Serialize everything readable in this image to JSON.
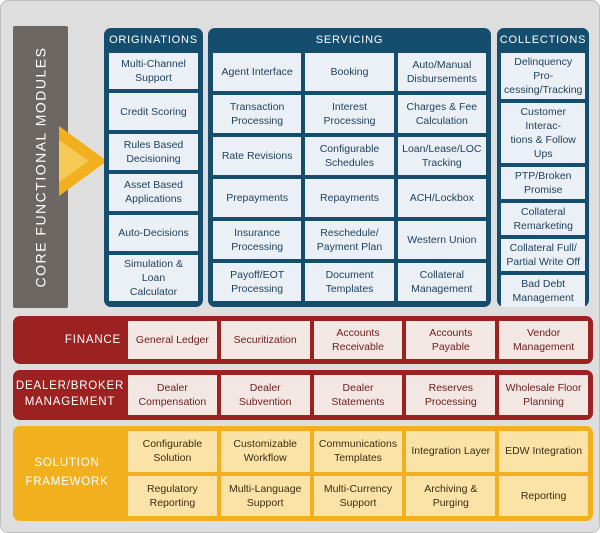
{
  "core": {
    "label": "CORE FUNCTIONAL MODULES"
  },
  "colors": {
    "blue": "#154d6e",
    "red": "#9c2222",
    "yellow": "#f2b01f",
    "gray": "#6c6763"
  },
  "originations": {
    "title": "ORIGINATIONS",
    "items": [
      "Multi-Channel\nSupport",
      "Credit Scoring",
      "Rules Based\nDecisioning",
      "Asset Based\nApplications",
      "Auto-Decisions",
      "Simulation & Loan\nCalculator"
    ]
  },
  "servicing": {
    "title": "SERVICING",
    "items": [
      "Agent Interface",
      "Booking",
      "Auto/Manual\nDisbursements",
      "Transaction\nProcessing",
      "Interest\nProcessing",
      "Charges & Fee\nCalculation",
      "Rate Revisions",
      "Configurable\nSchedules",
      "Loan/Lease/LOC\nTracking",
      "Prepayments",
      "Repayments",
      "ACH/Lockbox",
      "Insurance\nProcessing",
      "Reschedule/\nPayment Plan",
      "Western Union",
      "Payoff/EOT\nProcessing",
      "Document\nTemplates",
      "Collateral\nManagement"
    ]
  },
  "collections": {
    "title": "COLLECTIONS",
    "items": [
      "Delinquency Pro-\ncessing/Tracking",
      "Customer Interac-\ntions & Follow Ups",
      "PTP/Broken\nPromise",
      "Collateral\nRemarketing",
      "Collateral Full/\nPartial Write Off",
      "Bad Debt\nManagement"
    ]
  },
  "finance": {
    "label": "FINANCE",
    "items": [
      "General Ledger",
      "Securitization",
      "Accounts\nReceivable",
      "Accounts Payable",
      "Vendor\nManagement"
    ]
  },
  "dealer": {
    "label": "DEALER/BROKER\nMANAGEMENT",
    "items": [
      "Dealer\nCompensation",
      "Dealer Subvention",
      "Dealer Statements",
      "Reserves\nProcessing",
      "Wholesale Floor\nPlanning"
    ]
  },
  "solution": {
    "label": "SOLUTION\nFRAMEWORK",
    "items": [
      "Configurable\nSolution",
      "Customizable\nWorkflow",
      "Communications\nTemplates",
      "Integration Layer",
      "EDW Integration",
      "Regulatory\nReporting",
      "Multi-Language\nSupport",
      "Multi-Currency\nSupport",
      "Archiving &\nPurging",
      "Reporting"
    ]
  }
}
